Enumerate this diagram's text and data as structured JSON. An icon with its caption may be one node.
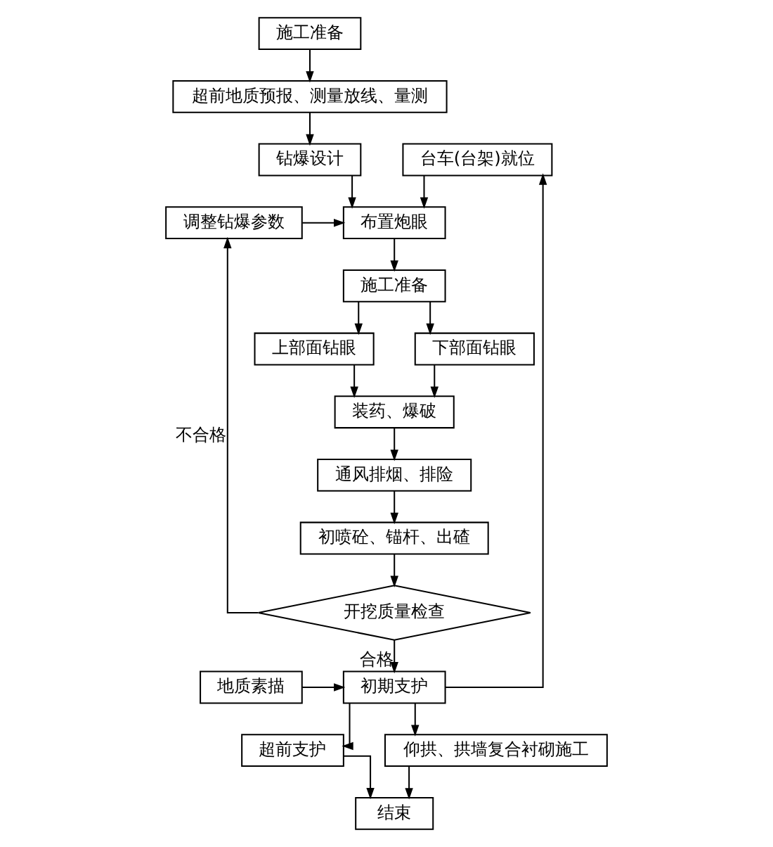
{
  "diagram": {
    "nodes": [
      {
        "text": [
          "施工准备"
        ]
      },
      {
        "text": [
          "超前地质预报、测量放线、量测"
        ]
      },
      {
        "text": [
          "钻爆设计"
        ]
      },
      {
        "text": [
          "台车(台架)就位"
        ]
      },
      {
        "text": [
          "布置炮眼"
        ]
      },
      {
        "text": [
          "调整钻爆参数"
        ]
      },
      {
        "text": [
          "施工准备"
        ]
      },
      {
        "text": [
          "上部面钻眼"
        ]
      },
      {
        "text": [
          "下部面钻眼"
        ]
      },
      {
        "text": [
          "装药、爆破"
        ]
      },
      {
        "text": [
          "通风排烟、排险"
        ]
      },
      {
        "text": [
          "初喷砼、锚杆、出碴"
        ]
      },
      {
        "text": [
          "开挖质量检查"
        ]
      },
      {
        "text": [
          "地质素描"
        ]
      },
      {
        "text": [
          "初期支护"
        ]
      },
      {
        "text": [
          "超前支护"
        ]
      },
      {
        "text": [
          "仰拱、拱墙复合衬砌施工"
        ]
      },
      {
        "text": [
          "结束"
        ]
      }
    ],
    "edges": [
      {
        "from": 0,
        "to": 1,
        "arrow": "to"
      },
      {
        "from": 1,
        "to": 2,
        "arrow": "to"
      },
      {
        "from": 2,
        "to": 4,
        "arrow": "to"
      },
      {
        "from": 3,
        "to": 4,
        "arrow": "to"
      },
      {
        "from": 5,
        "to": 4,
        "arrow": "to"
      },
      {
        "from": 4,
        "to": 6,
        "arrow": "to"
      },
      {
        "from": 6,
        "to": 7,
        "arrow": "to"
      },
      {
        "from": 6,
        "to": 8,
        "arrow": "to"
      },
      {
        "from": 7,
        "to": 9,
        "arrow": "to"
      },
      {
        "from": 8,
        "to": 9,
        "arrow": "to"
      },
      {
        "from": 9,
        "to": 10,
        "arrow": "to"
      },
      {
        "from": 10,
        "to": 11,
        "arrow": "to"
      },
      {
        "from": 11,
        "to": 12,
        "arrow": "to"
      },
      {
        "from": 12,
        "to": 5,
        "arrow": "to",
        "label": "不合格"
      },
      {
        "from": 12,
        "to": 14,
        "arrow": "to",
        "label": "合格"
      },
      {
        "from": 13,
        "to": 14,
        "arrow": "to"
      },
      {
        "from": 14,
        "to": 3,
        "arrow": "to"
      },
      {
        "from": 14,
        "to": 15,
        "arrow": "to"
      },
      {
        "from": 14,
        "to": 16,
        "arrow": "to"
      },
      {
        "from": 15,
        "to": 17,
        "arrow": "to"
      },
      {
        "from": 16,
        "to": 17,
        "arrow": "to"
      }
    ]
  }
}
